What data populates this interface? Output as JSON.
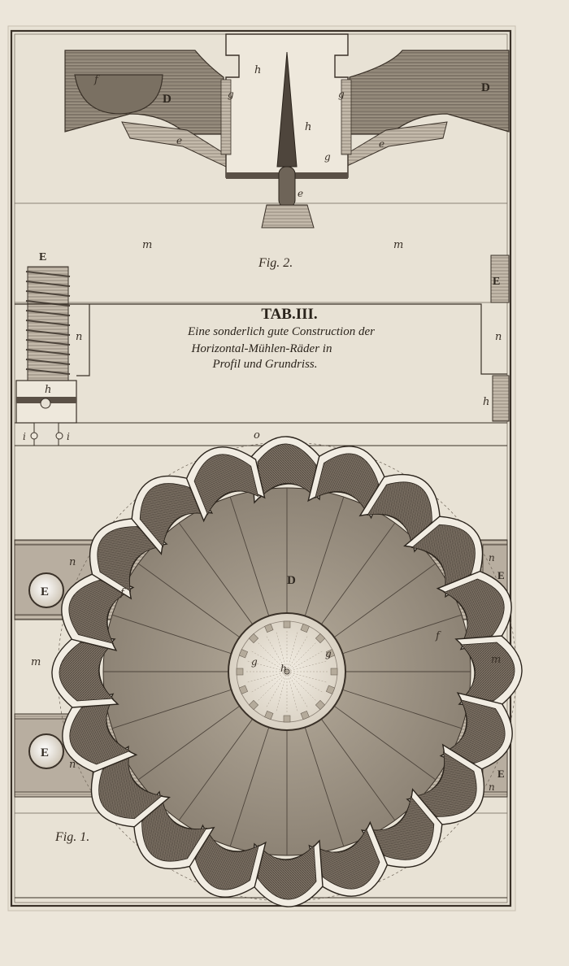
{
  "plate": {
    "title": "TAB.III.",
    "subtitle": [
      "Eine sonderlich gute Construction der",
      "Horizontal-Mühlen-Räder in",
      "Profil und Grundriss."
    ]
  },
  "figures": {
    "fig2_caption": "Fig. 2.",
    "fig1_caption": "Fig. 1."
  },
  "labels": {
    "f": "f",
    "D": "D",
    "h": "h",
    "g": "g",
    "e": "e",
    "m": "m",
    "E": "E",
    "n": "n",
    "i": "i",
    "o": "o"
  },
  "wheel": {
    "bucket_count": 20
  },
  "colors": {
    "paper": "#ece6da",
    "ink": "#3a3128",
    "hatch_dark": "#5a5046",
    "hatch_mid": "#8c8276",
    "hatch_light": "#b8aea0"
  }
}
